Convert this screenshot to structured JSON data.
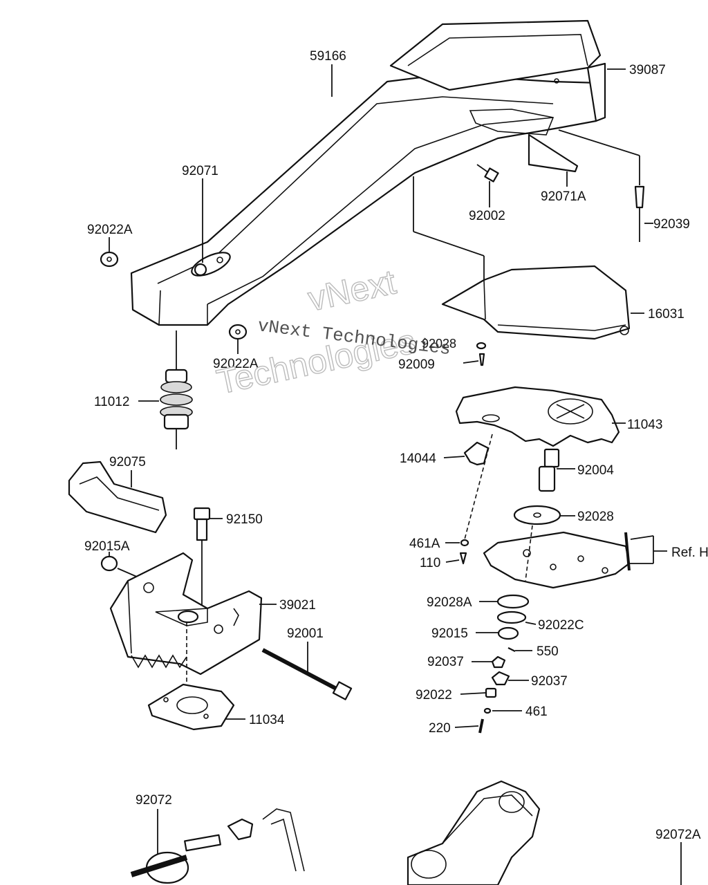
{
  "parts": {
    "p59166": "59166",
    "p39087": "39087",
    "p92071": "92071",
    "p92022A_top": "92022A",
    "p92002": "92002",
    "p92071A": "92071A",
    "p92039": "92039",
    "p16031": "16031",
    "p92022A_mid": "92022A",
    "p11012": "11012",
    "p92028_small": "92028",
    "p92009": "92009",
    "p11043": "11043",
    "p14044": "14044",
    "p92004": "92004",
    "p92075": "92075",
    "p92028": "92028",
    "p92150": "92150",
    "p461A": "461A",
    "p92015A": "92015A",
    "p110": "110",
    "refH": "Ref. H",
    "p39021": "39021",
    "p92028A": "92028A",
    "p92022C": "92022C",
    "p92001": "92001",
    "p92015": "92015",
    "p550": "550",
    "p92037_a": "92037",
    "p92037_b": "92037",
    "p92022": "92022",
    "p461": "461",
    "p11034": "11034",
    "p220": "220",
    "p92072": "92072",
    "p92072A": "92072A"
  },
  "watermark": {
    "line1": "vNext Technologies",
    "line2a": "vNext",
    "line2b": "Technologies"
  }
}
